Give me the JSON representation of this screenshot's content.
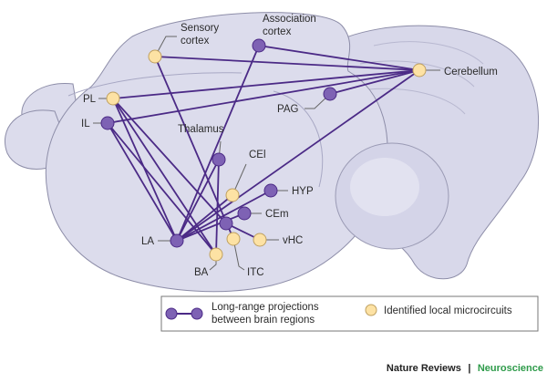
{
  "colors": {
    "brain_fill": "#dcdcec",
    "brain_outline": "#8d8da8",
    "projection": "#4b2a86",
    "purple_node": "#7e62b4",
    "yellow_node": "#fde2a4",
    "leader": "#666666",
    "credit_accent": "#2e9b4a"
  },
  "regions": [
    {
      "id": "sensory_cortex",
      "lines": [
        "Sensory",
        "cortex"
      ],
      "kind": "local-microcircuit"
    },
    {
      "id": "association_cortex",
      "lines": [
        "Association",
        "cortex"
      ],
      "kind": "long-range"
    },
    {
      "id": "cerebellum",
      "lines": [
        "Cerebellum"
      ],
      "kind": "local-microcircuit"
    },
    {
      "id": "pl",
      "lines": [
        "PL"
      ],
      "kind": "local-microcircuit"
    },
    {
      "id": "il",
      "lines": [
        "IL"
      ],
      "kind": "long-range"
    },
    {
      "id": "pag",
      "lines": [
        "PAG"
      ],
      "kind": "long-range"
    },
    {
      "id": "thalamus",
      "lines": [
        "Thalamus"
      ],
      "kind": "long-range"
    },
    {
      "id": "cei",
      "lines": [
        "CEl"
      ],
      "kind": "local-microcircuit"
    },
    {
      "id": "hyp",
      "lines": [
        "HYP"
      ],
      "kind": "long-range"
    },
    {
      "id": "cem",
      "lines": [
        "CEm"
      ],
      "kind": "long-range"
    },
    {
      "id": "itc_node",
      "lines": [
        ""
      ],
      "kind": "long-range"
    },
    {
      "id": "vhc",
      "lines": [
        "vHC"
      ],
      "kind": "local-microcircuit"
    },
    {
      "id": "la",
      "lines": [
        "LA"
      ],
      "kind": "long-range"
    },
    {
      "id": "ba",
      "lines": [
        "BA"
      ],
      "kind": "local-microcircuit"
    },
    {
      "id": "itc",
      "lines": [
        "ITC"
      ],
      "kind": "local-microcircuit"
    }
  ],
  "connections": [
    [
      "sensory_cortex",
      "cerebellum"
    ],
    [
      "association_cortex",
      "cerebellum"
    ],
    [
      "pl",
      "cerebellum"
    ],
    [
      "il",
      "cerebellum"
    ],
    [
      "pag",
      "cerebellum"
    ],
    [
      "la",
      "cerebellum"
    ],
    [
      "sensory_cortex",
      "itc"
    ],
    [
      "association_cortex",
      "la"
    ],
    [
      "pl",
      "la"
    ],
    [
      "pl",
      "ba"
    ],
    [
      "pl",
      "itc_node"
    ],
    [
      "il",
      "la"
    ],
    [
      "il",
      "ba"
    ],
    [
      "thalamus",
      "la"
    ],
    [
      "thalamus",
      "ba"
    ],
    [
      "cei",
      "la"
    ],
    [
      "la",
      "cem"
    ],
    [
      "la",
      "hyp"
    ],
    [
      "itc_node",
      "vhc"
    ]
  ],
  "legend": {
    "long_range": "Long-range projections between brain regions",
    "long_range_lines": [
      "Long-range projections",
      "between brain regions"
    ],
    "local": "Identified local microcircuits"
  },
  "credit": {
    "journal": "Nature Reviews",
    "separator": "|",
    "section": "Neuroscience"
  }
}
